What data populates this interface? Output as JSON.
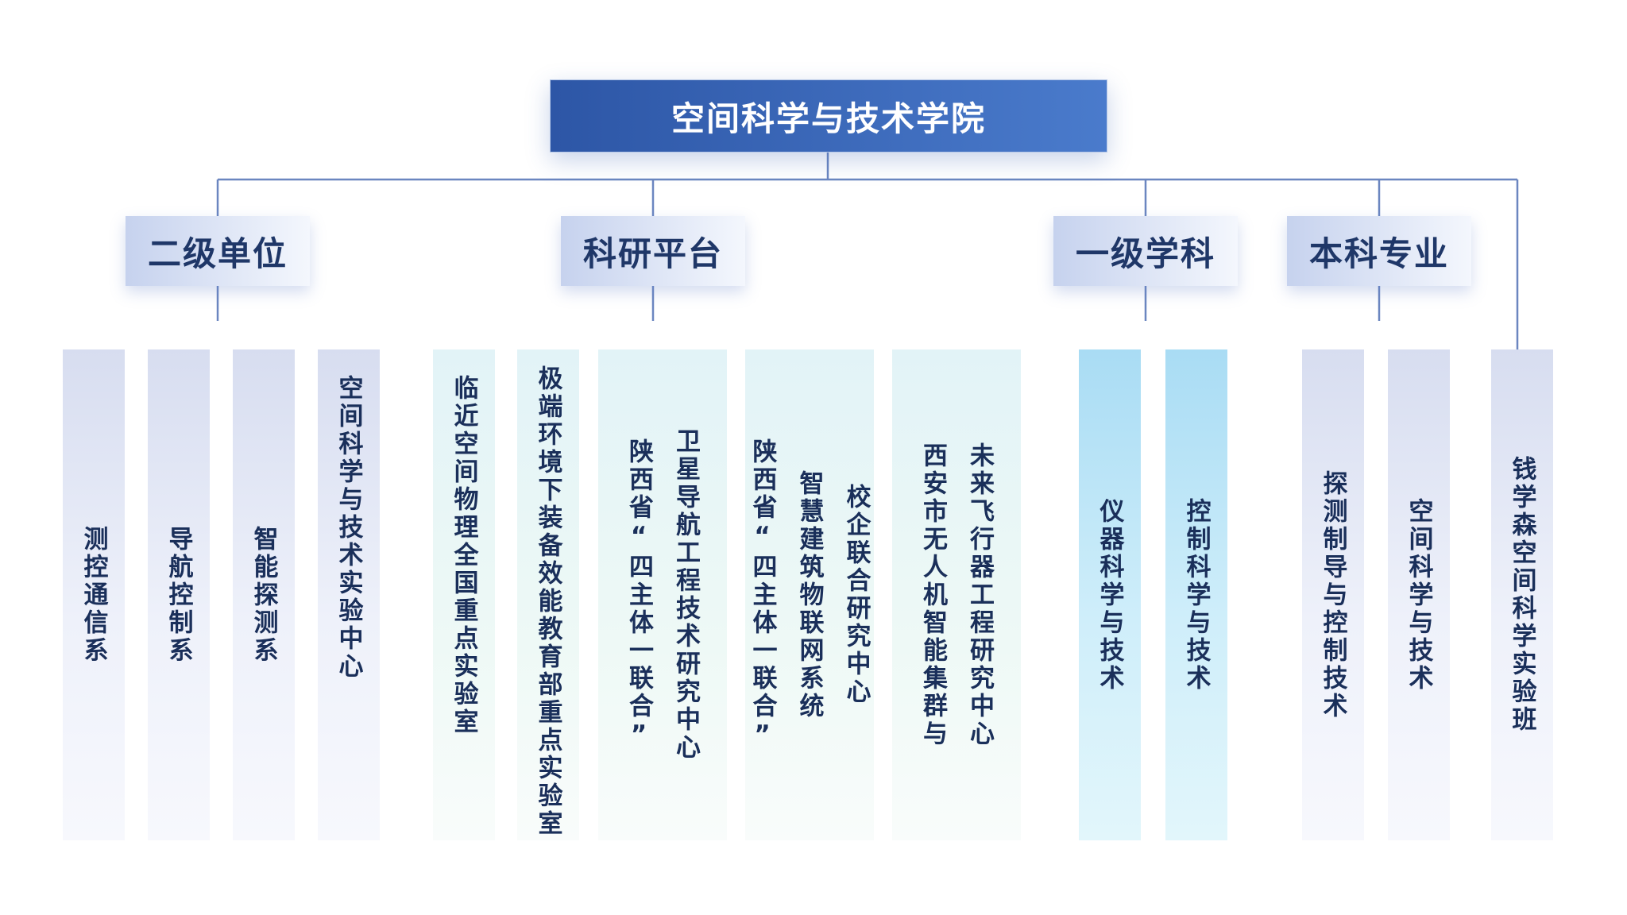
{
  "root": {
    "title": "空间科学与技术学院"
  },
  "categories": [
    {
      "label": "二级单位"
    },
    {
      "label": "科研平台"
    },
    {
      "label": "一级学科"
    },
    {
      "label": "本科专业"
    }
  ],
  "items": [
    {
      "lines": [
        "测控通信系"
      ]
    },
    {
      "lines": [
        "导航控制系"
      ]
    },
    {
      "lines": [
        "智能探测系"
      ]
    },
    {
      "lines": [
        "空间科学与技术实验中心"
      ]
    },
    {
      "lines": [
        "临近空间物理全国重点实验室"
      ]
    },
    {
      "lines": [
        "极端环境下装备效能教育部重点实验室"
      ]
    },
    {
      "lines": [
        "卫星导航工程技术研究中心",
        "陕西省“四主体一联合”"
      ]
    },
    {
      "lines": [
        "校企联合研究中心",
        "智慧建筑物联网系统",
        "陕西省“四主体一联合”"
      ]
    },
    {
      "lines": [
        "未来飞行器工程研究中心",
        "西安市无人机智能集群与"
      ]
    },
    {
      "lines": [
        "仪器科学与技术"
      ]
    },
    {
      "lines": [
        "控制科学与技术"
      ]
    },
    {
      "lines": [
        "探测制导与控制技术"
      ]
    },
    {
      "lines": [
        "空间科学与技术"
      ]
    },
    {
      "lines": [
        "钱学森空间科学实验班"
      ]
    }
  ],
  "colors": {
    "root": "#2d56a6",
    "line": "#6b86c0",
    "text": "#1a2f5a"
  }
}
